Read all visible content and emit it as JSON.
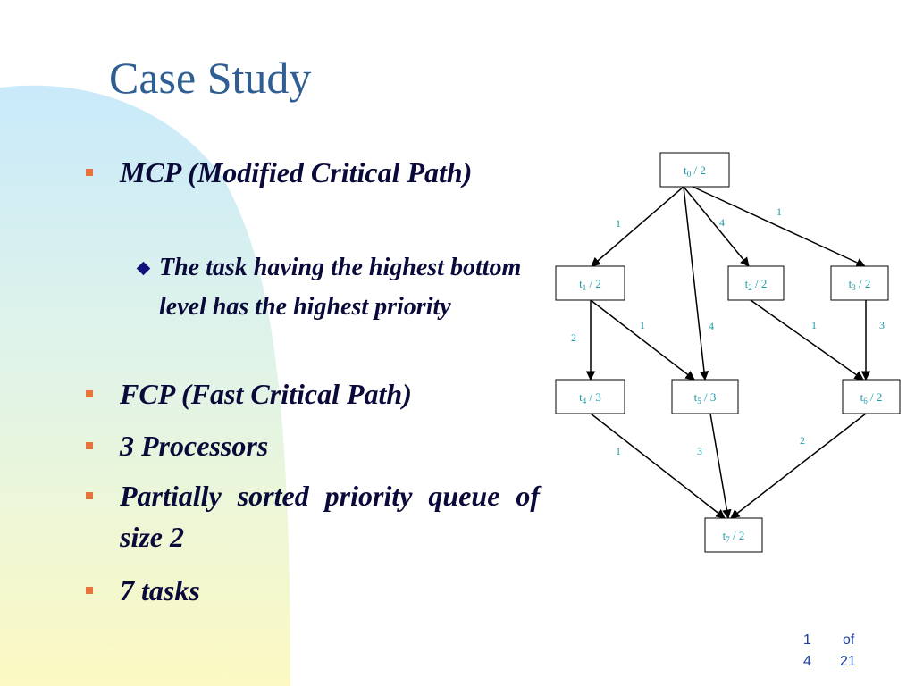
{
  "slide": {
    "title": "Case Study",
    "bullets": [
      {
        "text": "MCP (Modified Critical Path)"
      },
      {
        "text": "FCP (Fast Critical Path)"
      },
      {
        "text": "3 Processors"
      },
      {
        "text": "Partially sorted priority queue of size 2"
      },
      {
        "text": "7 tasks"
      }
    ],
    "sub_bullet": "The task having the highest bottom level has the highest priority"
  },
  "graph": {
    "nodes": [
      {
        "id": "t0",
        "name": "t",
        "sub": "0",
        "weight": "2"
      },
      {
        "id": "t1",
        "name": "t",
        "sub": "1",
        "weight": "2"
      },
      {
        "id": "t2",
        "name": "t",
        "sub": "2",
        "weight": "2"
      },
      {
        "id": "t3",
        "name": "t",
        "sub": "3",
        "weight": "2"
      },
      {
        "id": "t4",
        "name": "t",
        "sub": "4",
        "weight": "3"
      },
      {
        "id": "t5",
        "name": "t",
        "sub": "5",
        "weight": "3"
      },
      {
        "id": "t6",
        "name": "t",
        "sub": "6",
        "weight": "2"
      },
      {
        "id": "t7",
        "name": "t",
        "sub": "7",
        "weight": "2"
      }
    ],
    "edges": [
      {
        "from": "t0",
        "to": "t1",
        "label": "1"
      },
      {
        "from": "t0",
        "to": "t5",
        "label": "4"
      },
      {
        "from": "t0",
        "to": "t2",
        "label": "4"
      },
      {
        "from": "t0",
        "to": "t3",
        "label": "1"
      },
      {
        "from": "t1",
        "to": "t4",
        "label": "2"
      },
      {
        "from": "t1",
        "to": "t5",
        "label": "1"
      },
      {
        "from": "t2",
        "to": "t6",
        "label": "1"
      },
      {
        "from": "t3",
        "to": "t6",
        "label": "3"
      },
      {
        "from": "t4",
        "to": "t7",
        "label": "1"
      },
      {
        "from": "t5",
        "to": "t7",
        "label": "3"
      },
      {
        "from": "t6",
        "to": "t7",
        "label": "2"
      }
    ]
  },
  "footer": {
    "page_current_a": "1",
    "page_current_b": "4",
    "of_label": "of",
    "page_total": "21"
  },
  "colors": {
    "title": "#2E5E93",
    "bullet_mark": "#E8743B",
    "node_text": "#1B9BA8",
    "edge_label": "#1B9BA8"
  }
}
